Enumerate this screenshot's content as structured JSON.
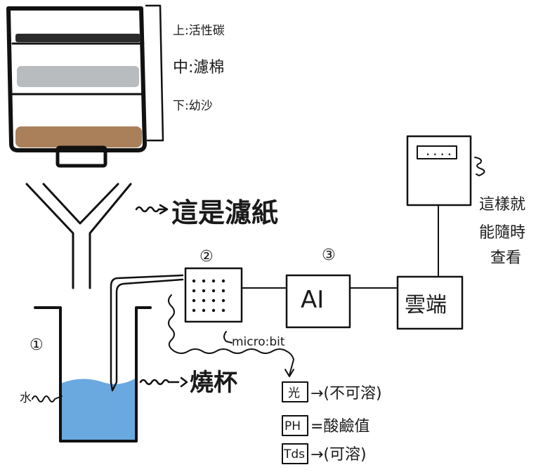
{
  "filter": {
    "layers": [
      {
        "label": "上:活性碳",
        "color": "#2a2a2a"
      },
      {
        "label": "中:濾棉",
        "color": "#b9bcbf"
      },
      {
        "label": "下:幼沙",
        "color": "#a9805a"
      }
    ]
  },
  "funnel": {
    "note": "這是濾紙"
  },
  "beaker": {
    "number": "①",
    "note": "燒杯",
    "water_color": "#6aa9e0",
    "side_mark": "水"
  },
  "board": {
    "number": "②",
    "caption": "micro:bit"
  },
  "ai": {
    "number": "③",
    "label": "AI"
  },
  "cloud": {
    "label": "雲端"
  },
  "monitor": {
    "screen_text": "....",
    "note": [
      "這樣就",
      "能隨時",
      "查看"
    ]
  },
  "sensors": [
    {
      "tag": "光",
      "text": "→(不可溶)"
    },
    {
      "tag": "PH",
      "text": "=酸鹼值"
    },
    {
      "tag": "Tds",
      "text": "→(可溶)"
    }
  ]
}
